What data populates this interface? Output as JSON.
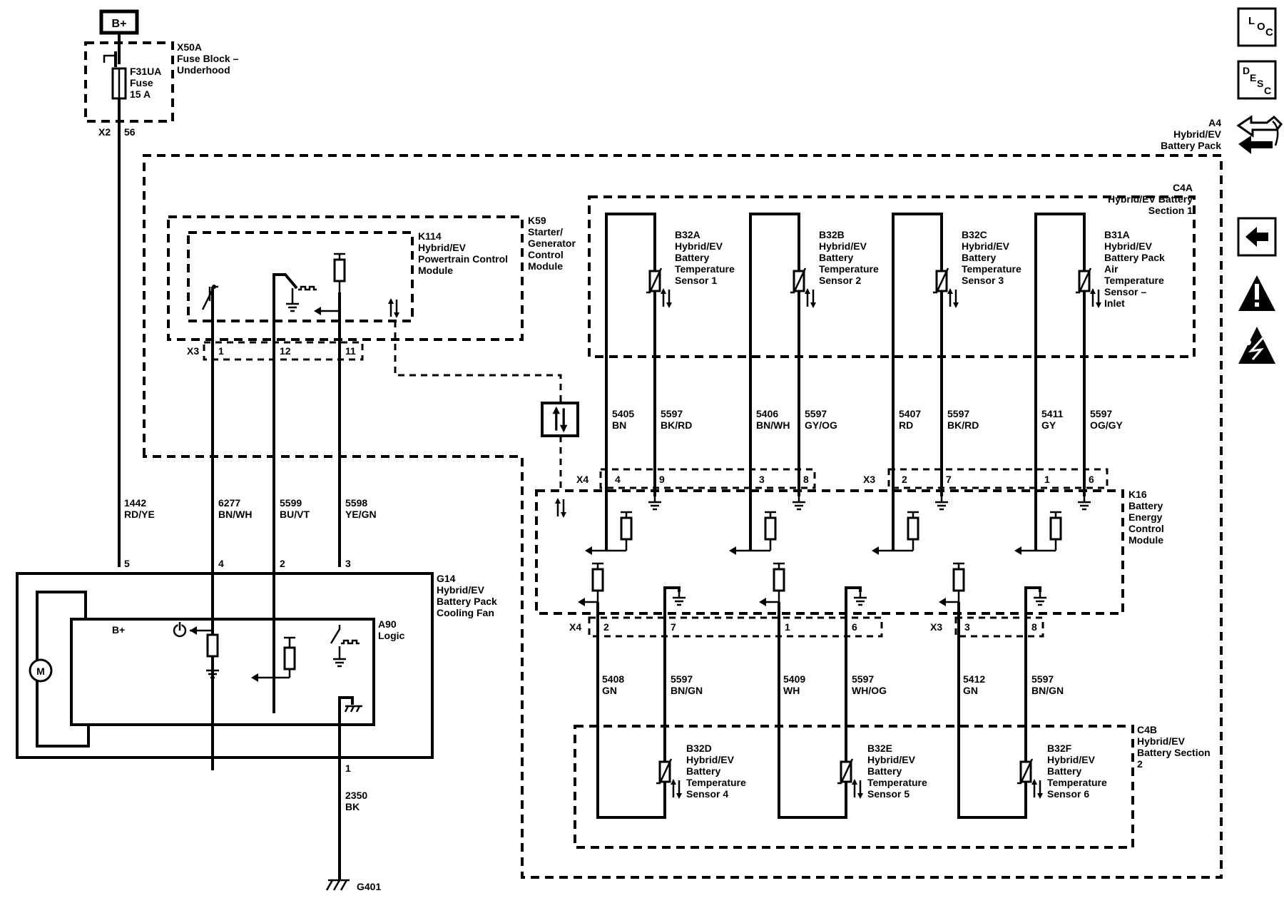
{
  "power": {
    "source": "B+"
  },
  "fuse_block": {
    "id": "X50A",
    "name_l1": "Fuse Block –",
    "name_l2": "Underhood",
    "fuse_id": "F31UA",
    "fuse_l2": "Fuse",
    "fuse_rating": "15 A",
    "connector": "X2",
    "pin": "56"
  },
  "hybrid_pack": {
    "id": "A4",
    "l1": "Hybrid/EV",
    "l2": "Battery Pack"
  },
  "section1": {
    "id": "C4A",
    "l1": "Hybrid/EV Battery",
    "l2": "Section 1"
  },
  "section2": {
    "id": "C4B",
    "l1": "Hybrid/EV",
    "l2": "Battery Section",
    "l3": "2"
  },
  "k59": {
    "id": "K59",
    "l1": "Starter/",
    "l2": "Generator",
    "l3": "Control",
    "l4": "Module"
  },
  "k114": {
    "id": "K114",
    "l1": "Hybrid/EV",
    "l2": "Powertrain Control",
    "l3": "Module",
    "connector": "X3",
    "pin_a": "1",
    "pin_b": "12",
    "pin_c": "11"
  },
  "k16": {
    "id": "K16",
    "l1": "Battery",
    "l2": "Energy",
    "l3": "Control",
    "l4": "Module"
  },
  "g14": {
    "id": "G14",
    "l1": "Hybrid/EV",
    "l2": "Battery Pack",
    "l3": "Cooling Fan",
    "motor": "M",
    "bplus": "B+",
    "pin_a": "5",
    "pin_b": "4",
    "pin_c": "2",
    "pin_d": "3",
    "pin_e": "1"
  },
  "a90": {
    "id": "A90",
    "l1": "Logic"
  },
  "ground": {
    "id": "G401",
    "circuit": "2350",
    "color": "BK"
  },
  "fan_wires": [
    {
      "circuit": "1442",
      "color": "RD/YE"
    },
    {
      "circuit": "6277",
      "color": "BN/WH"
    },
    {
      "circuit": "5599",
      "color": "BU/VT"
    },
    {
      "circuit": "5598",
      "color": "YE/GN"
    }
  ],
  "top_sensors": [
    {
      "id": "B32A",
      "l1": "Hybrid/EV",
      "l2": "Battery",
      "l3": "Temperature",
      "l4": "Sensor 1",
      "l5": ""
    },
    {
      "id": "B32B",
      "l1": "Hybrid/EV",
      "l2": "Battery",
      "l3": "Temperature",
      "l4": "Sensor 2",
      "l5": ""
    },
    {
      "id": "B32C",
      "l1": "Hybrid/EV",
      "l2": "Battery",
      "l3": "Temperature",
      "l4": "Sensor 3",
      "l5": ""
    },
    {
      "id": "B31A",
      "l1": "Hybrid/EV",
      "l2": "Battery Pack",
      "l3": "Air",
      "l4": "Temperature",
      "l5": "Sensor –",
      "l6": "Inlet"
    }
  ],
  "top_wires": [
    {
      "sig": "5405",
      "sig_color": "BN",
      "ret": "5597",
      "ret_color": "BK/RD",
      "conn": "X4",
      "pin_sig": "4",
      "pin_ret": "9"
    },
    {
      "sig": "5406",
      "sig_color": "BN/WH",
      "ret": "5597",
      "ret_color": "GY/OG",
      "conn": "",
      "pin_sig": "3",
      "pin_ret": "8"
    },
    {
      "sig": "5407",
      "sig_color": "RD",
      "ret": "5597",
      "ret_color": "BK/RD",
      "conn": "X3",
      "pin_sig": "2",
      "pin_ret": "7"
    },
    {
      "sig": "5411",
      "sig_color": "GY",
      "ret": "5597",
      "ret_color": "OG/GY",
      "conn": "",
      "pin_sig": "1",
      "pin_ret": "6"
    }
  ],
  "bottom_sensors": [
    {
      "id": "B32D",
      "l1": "Hybrid/EV",
      "l2": "Battery",
      "l3": "Temperature",
      "l4": "Sensor 4"
    },
    {
      "id": "B32E",
      "l1": "Hybrid/EV",
      "l2": "Battery",
      "l3": "Temperature",
      "l4": "Sensor 5"
    },
    {
      "id": "B32F",
      "l1": "Hybrid/EV",
      "l2": "Battery",
      "l3": "Temperature",
      "l4": "Sensor 6"
    }
  ],
  "bottom_wires": [
    {
      "sig": "5408",
      "sig_color": "GN",
      "ret": "5597",
      "ret_color": "BN/GN",
      "conn": "X4",
      "pin_sig": "2",
      "pin_ret": "7"
    },
    {
      "sig": "5409",
      "sig_color": "WH",
      "ret": "5597",
      "ret_color": "WH/OG",
      "conn": "",
      "pin_sig": "1",
      "pin_ret": "6"
    },
    {
      "sig": "5412",
      "sig_color": "GN",
      "ret": "5597",
      "ret_color": "BN/GN",
      "conn": "X3",
      "pin_sig": "3",
      "pin_ret": "8"
    }
  ],
  "nav_icons": [
    {
      "name": "loc-icon",
      "l1": "L",
      "l2": "O",
      "l3": "C"
    },
    {
      "name": "desc-icon",
      "l1": "D",
      "l2": "E",
      "l3": "S",
      "l4": "C"
    }
  ]
}
